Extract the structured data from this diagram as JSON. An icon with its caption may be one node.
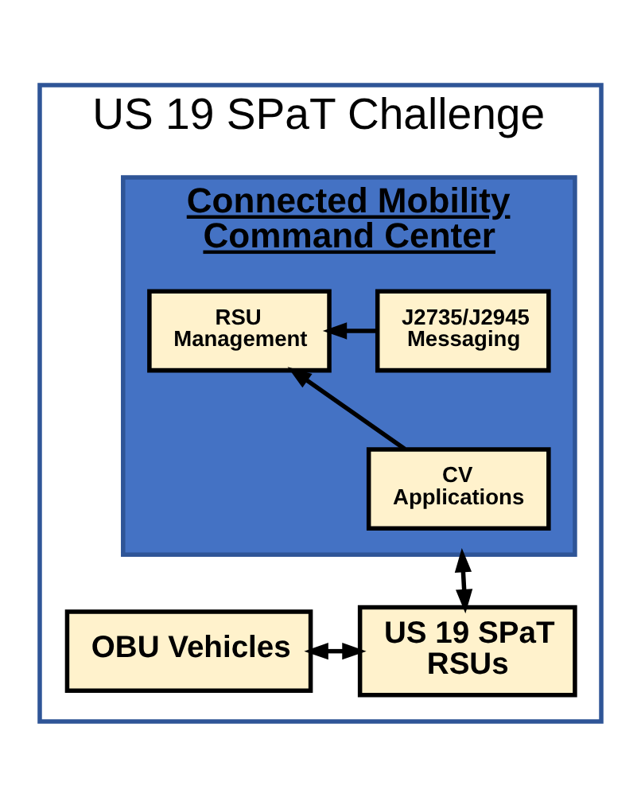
{
  "diagram": {
    "nodes": [
      {
        "text": [
          "US 19 SPaT Challenge"
        ]
      },
      {
        "text": [
          "Connected Mobility Command Center"
        ],
        "in": 0
      },
      {
        "text": [
          "J2735/J2945 Messaging"
        ],
        "in": 1
      },
      {
        "text": [
          "CV Applications"
        ],
        "in": 1
      },
      {
        "text": [
          "RSU Management"
        ],
        "in": 1
      },
      {
        "text": [
          "US 19 SPaT RSUs"
        ],
        "in": 0
      },
      {
        "text": [
          "OBU Vehicles"
        ],
        "in": 0
      }
    ],
    "edges": [
      {
        "from": 2,
        "to": 4,
        "arrow": "to"
      },
      {
        "from": 3,
        "to": 4,
        "arrow": "to"
      },
      {
        "from": 1,
        "to": 5,
        "arrow": "both"
      },
      {
        "from": 5,
        "to": 6,
        "arrow": "both"
      }
    ]
  }
}
